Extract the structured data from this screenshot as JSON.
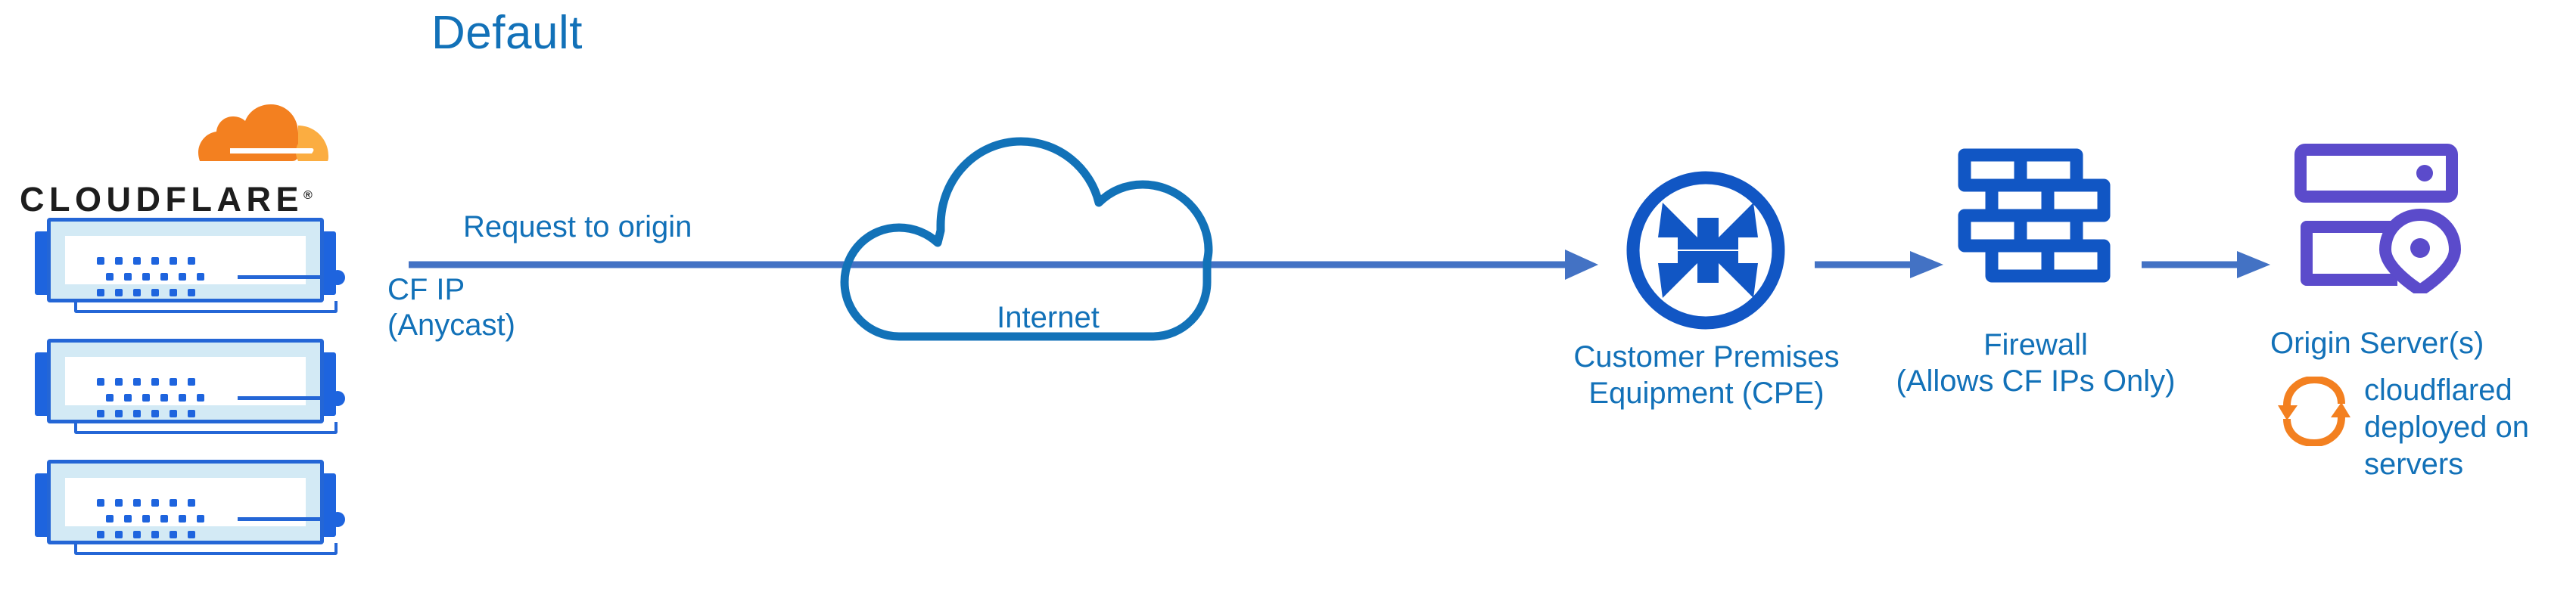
{
  "title": "Default",
  "colors": {
    "cf_blue": "#1271B8",
    "arrow_blue": "#4372C4",
    "icon_blue": "#1156C4",
    "server_blue": "#2466D6",
    "server_fill": "#D3EAF5",
    "origin_purple": "#5B4BCB",
    "cf_orange": "#F38020",
    "cf_orange_light": "#FBAD41",
    "wordmark_black": "#1D1D1D"
  },
  "brand": {
    "wordmark": "CLOUDFLARE",
    "registered_mark": "®",
    "logo_icon": "cloudflare-cloud-logo"
  },
  "servers": [
    {
      "name": "cloudflare-edge-server-1"
    },
    {
      "name": "cloudflare-edge-server-2"
    },
    {
      "name": "cloudflare-edge-server-3"
    }
  ],
  "flow": {
    "request_label": "Request to origin",
    "cf_ip_label_line1": "CF IP",
    "cf_ip_label_line2": "(Anycast)"
  },
  "nodes": {
    "internet": {
      "label": "Internet",
      "icon": "cloud-icon"
    },
    "cpe": {
      "label_line1": "Customer Premises",
      "label_line2": "Equipment (CPE)",
      "icon": "router-icon"
    },
    "firewall": {
      "label_line1": "Firewall",
      "label_line2": "(Allows CF IPs Only)",
      "icon": "brick-wall-icon"
    },
    "origin": {
      "label": "Origin Server(s)",
      "icon": "server-rack-pin-icon"
    }
  },
  "cloudflared": {
    "icon": "sync-refresh-icon",
    "line1": "cloudflared",
    "line2": "deployed on",
    "line3": "servers"
  },
  "arrows": {
    "main": "request-to-origin-arrow",
    "cpe_to_firewall": "cpe-to-firewall-arrow",
    "firewall_to_origin": "firewall-to-origin-arrow"
  }
}
